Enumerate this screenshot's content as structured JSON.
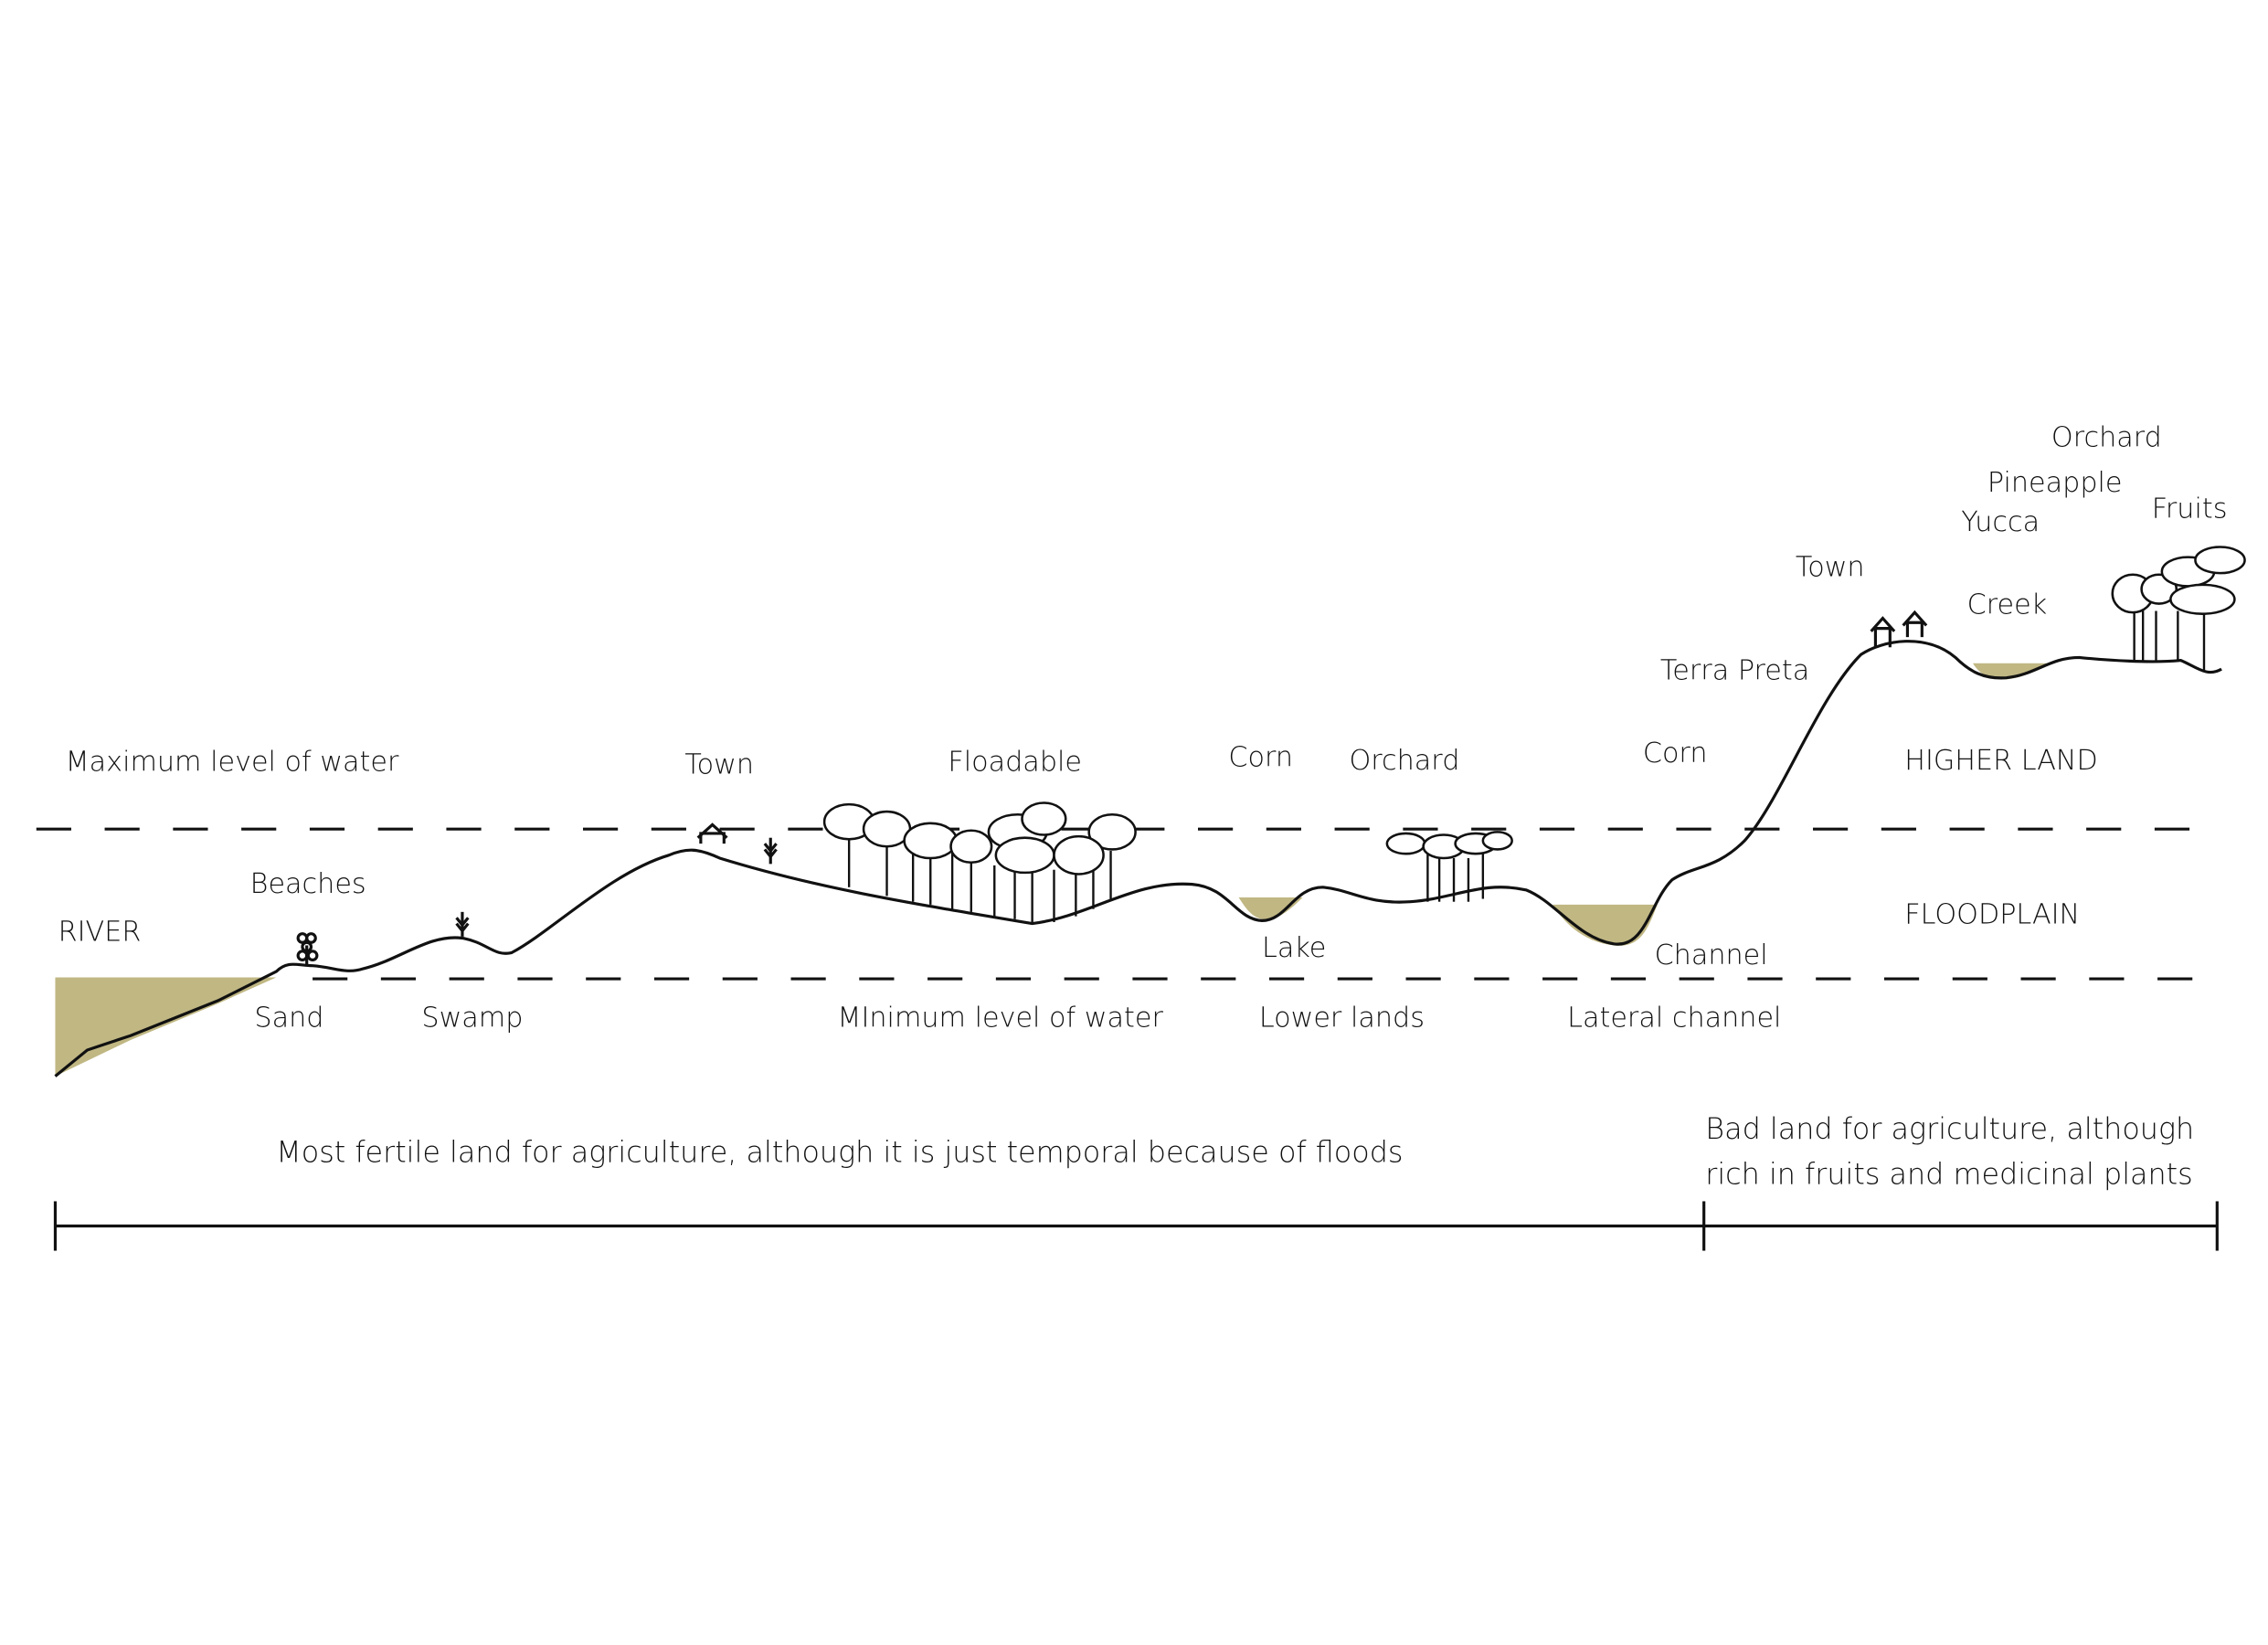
{
  "colors": {
    "water": "#c0b783",
    "line": "#111111"
  },
  "labels": {
    "max_water": "Maximum level of water",
    "min_water": "MInimum level of water",
    "river": "RIVER",
    "beaches": "Beaches",
    "sand": "Sand",
    "swamp": "Swamp",
    "town_low": "Town",
    "floadable": "Floadable",
    "corn_low": "Corn",
    "orchard_low": "Orchard",
    "lake": "Lake",
    "lower_lands": "Lower lands",
    "corn_high": "Corn",
    "channel": "Channel",
    "lateral_channel": "Lateral channel",
    "terra_preta": "Terra Preta",
    "town_high": "Town",
    "creek": "Creek",
    "yucca": "Yucca",
    "pineapple": "Pineapple",
    "orchard_high": "Orchard",
    "fruits": "Fruits",
    "higher_land": "HIGHER LAND",
    "floodplain": "FLOODPLAIN"
  },
  "captions": {
    "fertile": "Most fertile land for agriculture, although it is just temporal because of floods",
    "bad_line1": "Bad land for agriculture, although",
    "bad_line2": "rich in fruits and medicinal plants"
  }
}
